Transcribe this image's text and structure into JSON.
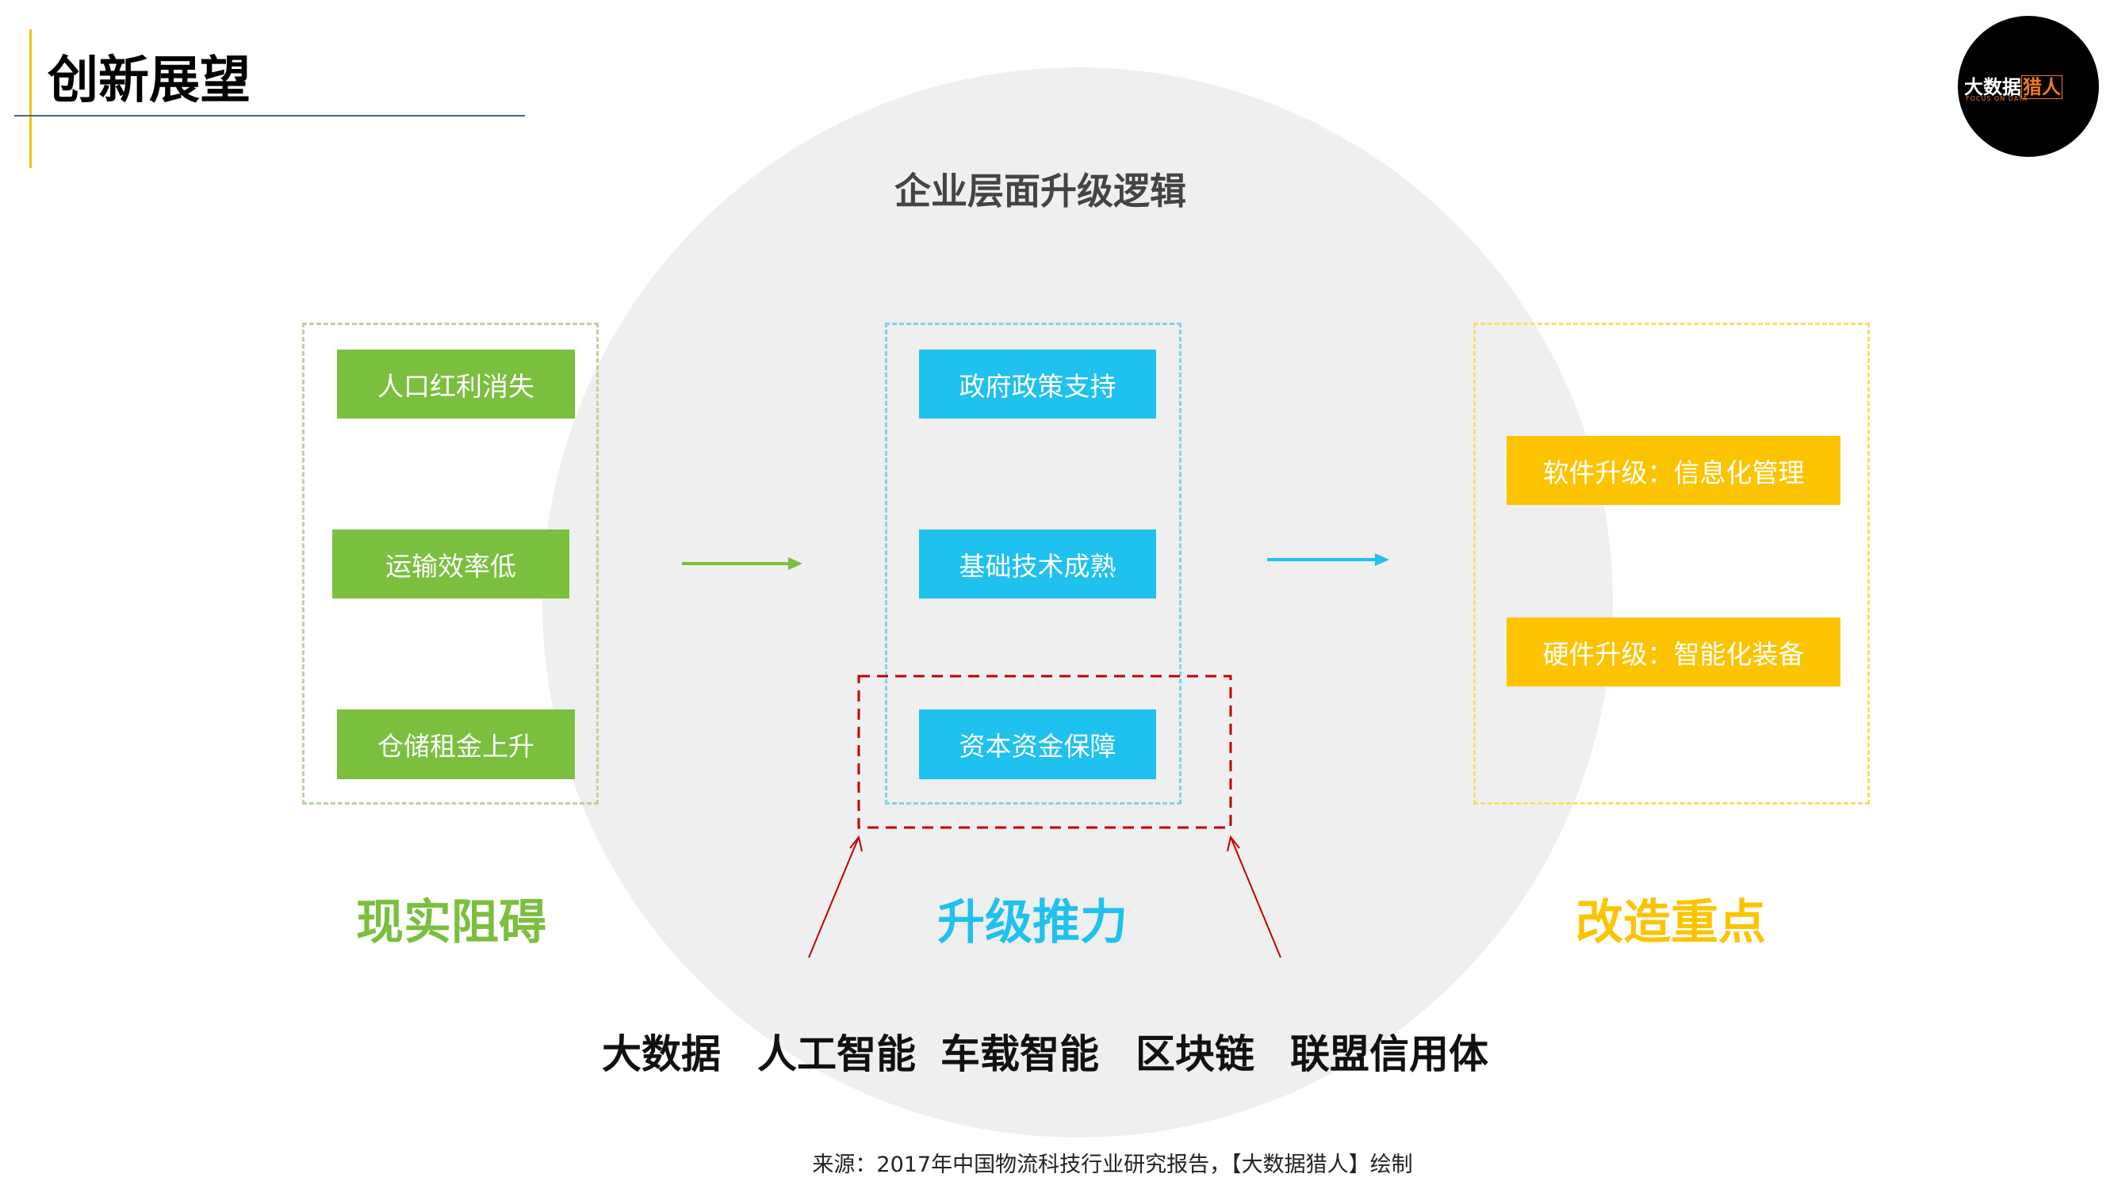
{
  "header": {
    "title": "创新展望"
  },
  "logo": {
    "cn": "大数据",
    "cn_accent": "猎人",
    "en": "FOCUS ON DATA"
  },
  "watermark": {
    "cn": "大数据猎人",
    "en": "FOCUS ON DATA"
  },
  "diagram": {
    "title": "企业层面升级逻辑",
    "columns": [
      {
        "label": "现实阻碍",
        "color": "#7abf3e",
        "items": [
          "人口红利消失",
          "运输效率低",
          "仓储租金上升"
        ]
      },
      {
        "label": "升级推力",
        "color": "#1fc1ee",
        "items": [
          "政府政策支持",
          "基础技术成熟",
          "资本资金保障"
        ]
      },
      {
        "label": "改造重点",
        "color": "#fcc400",
        "items": [
          "软件升级：信息化管理",
          "硬件升级：智能化装备"
        ]
      }
    ],
    "technologies": [
      "大数据",
      "人工智能",
      "车载智能",
      "区块链",
      "联盟信用体"
    ],
    "highlight_color": "#c00000"
  },
  "footer": {
    "source": "来源：2017年中国物流科技行业研究报告，【大数据猎人】绘制"
  }
}
